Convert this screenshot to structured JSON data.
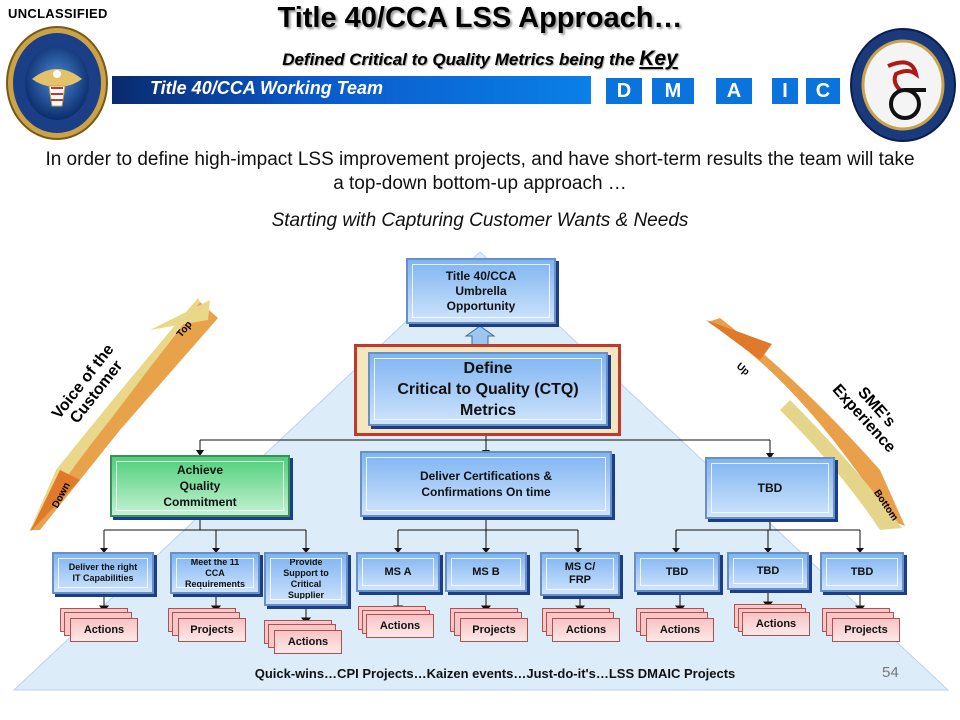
{
  "header": {
    "classification": "UNCLASSIFIED",
    "title": "Title 40/CCA LSS Approach…",
    "subtitle_prefix": "Defined Critical to Quality Metrics being the",
    "subtitle_key": "Key",
    "team_bar": "Title 40/CCA Working Team",
    "phases": [
      "D",
      "M",
      "A",
      "I",
      "C"
    ]
  },
  "intro": {
    "line1": "In order to define high-impact LSS improvement projects, and have short-term results the team will take a top-down bottom-up approach …",
    "line2": "Starting with Capturing Customer Wants & Needs"
  },
  "diagram": {
    "top_box": "Title 40/CCA Umbrella Opportunity",
    "define_line1": "Define",
    "define_line2": "Critical to Quality (CTQ)",
    "define_line3": "Metrics",
    "left_arrow": {
      "label": "Voice of the Customer",
      "top": "Top",
      "bottom": "Down"
    },
    "right_arrow": {
      "label": "SME's Experience",
      "top": "Up",
      "bottom": "Bottom"
    },
    "level2": [
      "Achieve Quality Commitment",
      "Deliver Certifications & Confirmations On time",
      "TBD"
    ],
    "level3": [
      "Deliver the right IT Capabilities",
      "Meet the 11 CCA Requirements",
      "Provide Support to Critical Supplier",
      "MS A",
      "MS B",
      "MS C/ FRP",
      "TBD",
      "TBD",
      "TBD"
    ],
    "level4": [
      "Actions",
      "Projects",
      "Actions",
      "Actions",
      "Projects",
      "Actions",
      "Actions",
      "Actions",
      "Projects"
    ],
    "footer": "Quick-wins…CPI Projects…Kaizen events…Just-do-it's…LSS DMAIC Projects",
    "page_number": "54"
  },
  "colors": {
    "accent_blue": "#0a74dc",
    "define_border": "#c0392b",
    "triangle": "#dcecf8"
  }
}
